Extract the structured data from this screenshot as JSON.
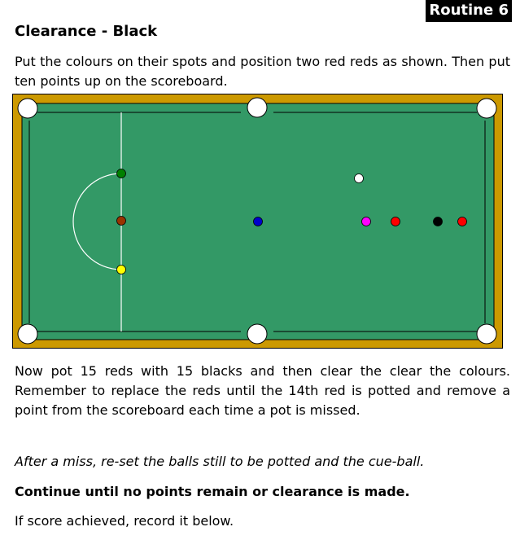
{
  "badge": "Routine 6",
  "title": "Clearance - Black",
  "intro": "Put the colours on their spots and position two red reds as shown. Then put ten points up on the scoreboard.",
  "para1": "Now pot 15 reds with 15 blacks and then clear the clear the colours. Remember to replace the reds until the 14th red is potted and remove a point from the scoreboard each time a pot is missed.",
  "para2": "After a miss, re-set the balls still to be potted and the cue-ball.",
  "para3": "Continue until no points remain or clearance is made.",
  "para4": "If score achieved, record it below.",
  "colors": {
    "cloth": "#339966",
    "wood": "#cc9900",
    "green": "#008000",
    "brown": "#993300",
    "yellow": "#ffff00",
    "blue": "#0000cc",
    "pink": "#ff00ff",
    "red": "#ff0000",
    "black": "#000000",
    "cue": "#ffffff"
  }
}
